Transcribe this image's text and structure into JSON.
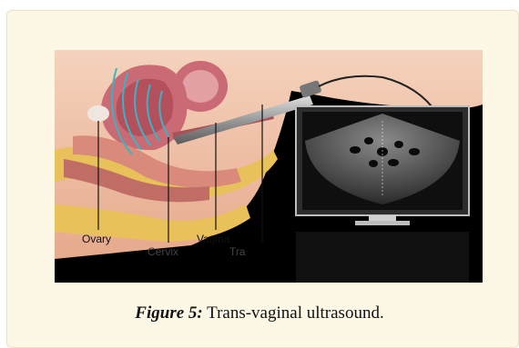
{
  "figure": {
    "caption_label": "Figure 5:",
    "caption_text": " Trans-vaginal ultrasound.",
    "anatomy_labels": {
      "ovary": "Ovary",
      "cervix": "Cervix",
      "vagina": "Vagina",
      "transducer": "Tra"
    },
    "colors": {
      "background": "#fdf8e6",
      "image_bg": "#000000",
      "skin": "#f2c4a8",
      "tissue": "#d98a7a",
      "uterus": "#c96a74",
      "fat": "#e8c15a",
      "probe": "#9a9a9a",
      "waves": "#3bb3c3"
    }
  }
}
